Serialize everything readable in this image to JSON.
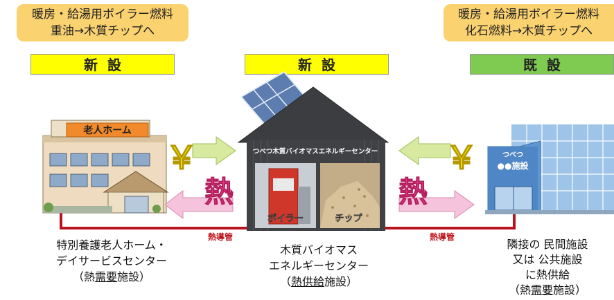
{
  "fuel_left": {
    "line1": "暖房・給湯用ボイラー燃料",
    "line2": "重油→木質チップへ"
  },
  "fuel_right": {
    "line1": "暖房・給湯用ボイラー燃料",
    "line2": "化石燃料→木質チップへ"
  },
  "status": {
    "left": "新設",
    "center": "新設",
    "right": "既設"
  },
  "facility_left": {
    "sign": "老人ホーム",
    "caption_line1": "特別養護老人ホーム・",
    "caption_line2": "デイサービスセンター",
    "caption_line3_open": "（熱",
    "caption_line3_emph": "需要",
    "caption_line3_mid": "施設",
    "caption_line3_close": "）"
  },
  "facility_center": {
    "sign": "つべつ木質バイオマスエネルギーセンター",
    "boiler_label": "ボイラー",
    "chip_label": "チップ",
    "caption_line1": "木質バイオマス",
    "caption_line2": "エネルギーセンター",
    "caption_line3_open": "（",
    "caption_line3_emph": "熱供給",
    "caption_line3_mid": "施設",
    "caption_line3_close": "）"
  },
  "facility_right": {
    "sign_line1": "つべつ",
    "sign_line2": "●●施設",
    "caption_line1": "隣接の 民間施設",
    "caption_line2": "又は 公共施設",
    "caption_line3": "に熱供給",
    "caption_line4_open": "（熱",
    "caption_line4_emph": "需要",
    "caption_line4_mid": "施設",
    "caption_line4_close": "）"
  },
  "flows": {
    "yen": "￥",
    "heat": "熱",
    "pipe": "熱導管"
  },
  "colors": {
    "pipe": "#b8121e",
    "heat_text": "#ea4c8e",
    "yen_text": "#ffe600",
    "arrow_right": "#c8e08a",
    "arrow_left": "#f2b6d3"
  }
}
